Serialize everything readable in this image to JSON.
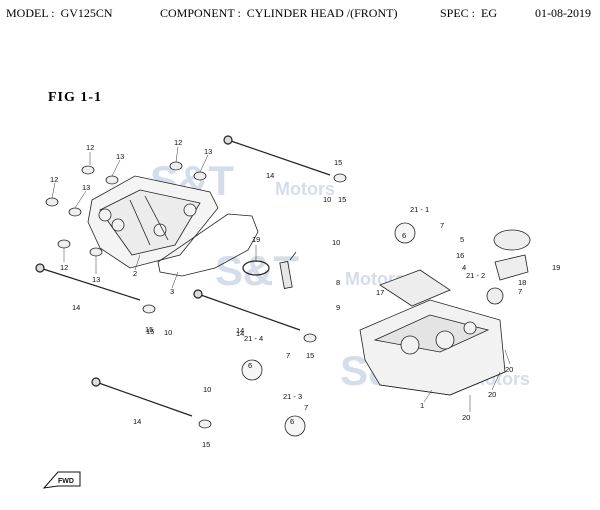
{
  "header": {
    "model_label": "MODEL :",
    "model_value": "GV125CN",
    "component_label": "COMPONENT :",
    "component_value": "CYLINDER HEAD /(FRONT)",
    "spec_label": "SPEC :",
    "spec_value": "EG",
    "date": "01-08-2019"
  },
  "figure_title": "FIG 1-1",
  "watermark": {
    "brand": "S&T",
    "suffix": "Motors"
  },
  "fwd_label": "FWD",
  "callouts": [
    "12",
    "13",
    "12",
    "13",
    "12",
    "13",
    "12",
    "13",
    "14",
    "14",
    "15",
    "15",
    "15",
    "14",
    "1",
    "2",
    "3",
    "19",
    "10",
    "15",
    "21 - 1",
    "7",
    "6",
    "5",
    "16",
    "4",
    "19",
    "10",
    "8",
    "9",
    "21 - 2",
    "17",
    "18",
    "7",
    "10",
    "21 - 4",
    "7",
    "6",
    "10",
    "21 - 3",
    "7",
    "6",
    "20",
    "20",
    "20",
    "14",
    "15",
    "14",
    "15"
  ]
}
